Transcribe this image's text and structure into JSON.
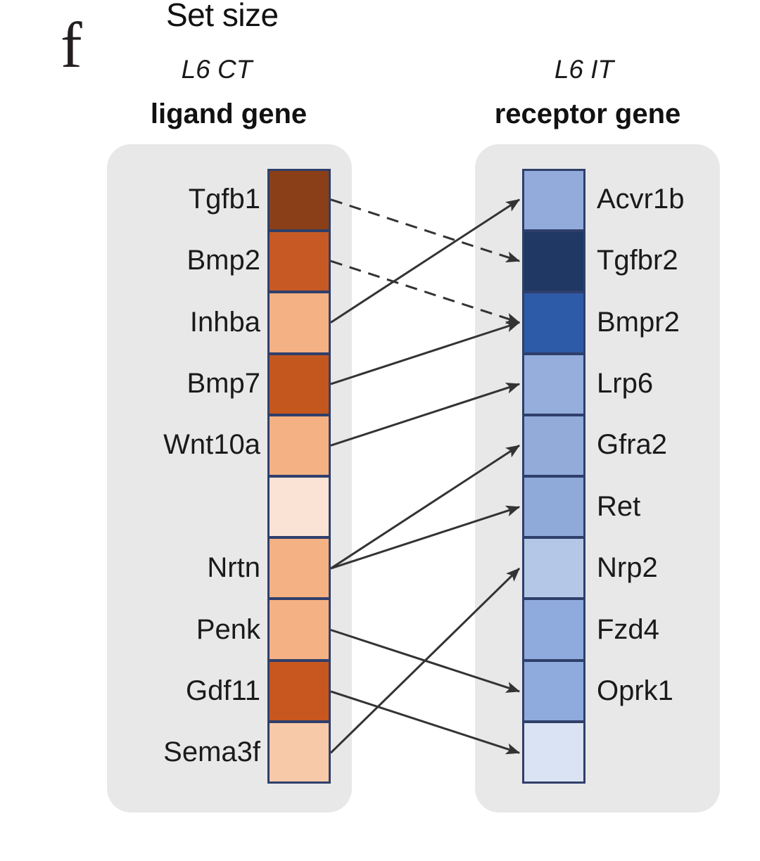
{
  "panel_letter": "f",
  "title": "Set size",
  "columns": {
    "left": {
      "celltype": "L6 CT",
      "header": "ligand gene"
    },
    "right": {
      "celltype": "L6 IT",
      "header": "receptor gene"
    }
  },
  "chart_data": {
    "type": "heatmap",
    "title": "Set size",
    "xlabel": "",
    "ylabel": "",
    "legend_position": "none",
    "grid": false,
    "description": "Paired ligand-receptor heatmap columns for L6 CT (ligand gene) and L6 IT (receptor gene) linked by directed arrows; arrow style encodes interaction type (dashed vs solid).",
    "series": [
      {
        "name": "L6 CT ligand gene",
        "colormap": "Oranges",
        "cells": [
          {
            "row": 1,
            "label": "Tgfb1",
            "color": "#8a3f18",
            "value": 0.95
          },
          {
            "row": 2,
            "label": "Bmp2",
            "color": "#c75a24",
            "value": 0.78
          },
          {
            "row": 3,
            "label": "Inhba",
            "color": "#f4b183",
            "value": 0.4
          },
          {
            "row": 4,
            "label": "Bmp7",
            "color": "#c4571e",
            "value": 0.8
          },
          {
            "row": 5,
            "label": "Wnt10a",
            "color": "#f4b183",
            "value": 0.4
          },
          {
            "row": 6,
            "label": "",
            "color": "#fae3d5",
            "value": 0.12
          },
          {
            "row": 7,
            "label": "Nrtn",
            "color": "#f4b183",
            "value": 0.4
          },
          {
            "row": 8,
            "label": "Penk",
            "color": "#f4b183",
            "value": 0.4
          },
          {
            "row": 9,
            "label": "Gdf11",
            "color": "#c7571f",
            "value": 0.8
          },
          {
            "row": 10,
            "label": "Sema3f",
            "color": "#f8c9a8",
            "value": 0.28
          }
        ]
      },
      {
        "name": "L6 IT receptor gene",
        "colormap": "Blues",
        "cells": [
          {
            "row": 1,
            "label": "Acvr1b",
            "color": "#92abdb",
            "value": 0.42
          },
          {
            "row": 2,
            "label": "Tgfbr2",
            "color": "#1f3864",
            "value": 0.98
          },
          {
            "row": 3,
            "label": "Bmpr2",
            "color": "#2e5ba8",
            "value": 0.8
          },
          {
            "row": 4,
            "label": "Lrp6",
            "color": "#95aedb",
            "value": 0.42
          },
          {
            "row": 5,
            "label": "Gfra2",
            "color": "#92abd9",
            "value": 0.45
          },
          {
            "row": 6,
            "label": "Ret",
            "color": "#8faad9",
            "value": 0.48
          },
          {
            "row": 7,
            "label": "Nrp2",
            "color": "#b4c7e7",
            "value": 0.28
          },
          {
            "row": 8,
            "label": "Fzd4",
            "color": "#8faadc",
            "value": 0.48
          },
          {
            "row": 9,
            "label": "Oprk1",
            "color": "#8faadc",
            "value": 0.48
          },
          {
            "row": 10,
            "label": "",
            "color": "#dae3f3",
            "value": 0.12
          }
        ]
      }
    ],
    "links": [
      {
        "from": "Tgfb1",
        "from_row": 1,
        "to": "Tgfbr2",
        "to_row": 2,
        "style": "dashed"
      },
      {
        "from": "Bmp2",
        "from_row": 2,
        "to": "Bmpr2",
        "to_row": 3,
        "style": "dashed"
      },
      {
        "from": "Inhba",
        "from_row": 3,
        "to": "Acvr1b",
        "to_row": 1,
        "style": "solid"
      },
      {
        "from": "Bmp7",
        "from_row": 4,
        "to": "Bmpr2",
        "to_row": 3,
        "style": "solid"
      },
      {
        "from": "Wnt10a",
        "from_row": 5,
        "to": "Lrp6",
        "to_row": 4,
        "style": "solid"
      },
      {
        "from": "Nrtn",
        "from_row": 7,
        "to": "Gfra2",
        "to_row": 5,
        "style": "solid"
      },
      {
        "from": "Nrtn",
        "from_row": 7,
        "to": "Ret",
        "to_row": 6,
        "style": "solid"
      },
      {
        "from": "Penk",
        "from_row": 8,
        "to": "Oprk1",
        "to_row": 9,
        "style": "solid"
      },
      {
        "from": "Gdf11",
        "from_row": 9,
        "to": "",
        "to_row": 10,
        "style": "solid"
      },
      {
        "from": "Sema3f",
        "from_row": 10,
        "to": "Nrp2",
        "to_row": 7,
        "style": "solid"
      }
    ]
  },
  "colors": {
    "panel_background": "#e8e8e8",
    "cell_border": "#2f3f6b",
    "connector": "#333333",
    "page_background": "#ffffff"
  }
}
